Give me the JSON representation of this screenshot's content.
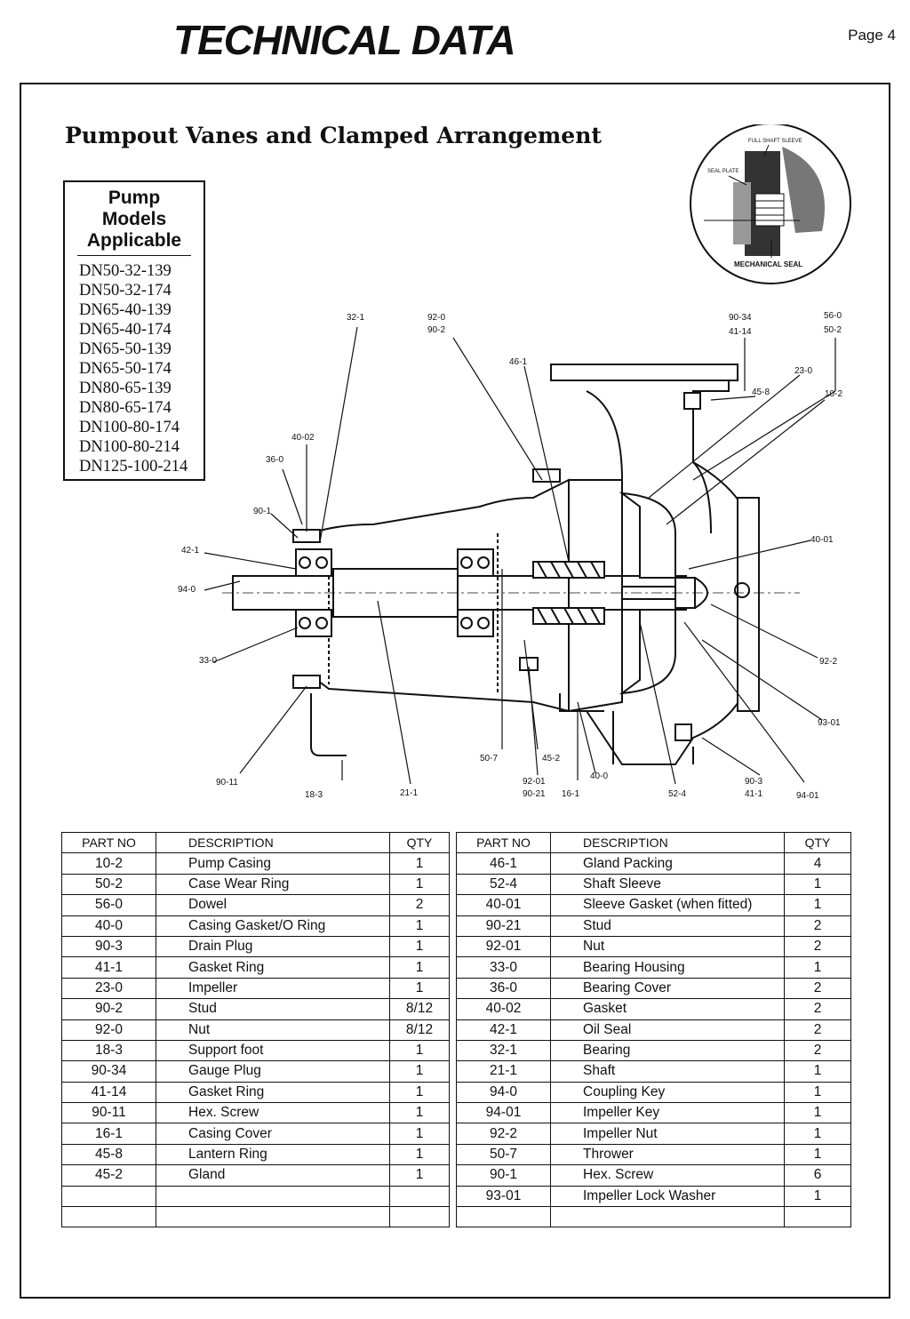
{
  "header": {
    "title": "TECHNICAL DATA",
    "page": "Page 4"
  },
  "section_title": "Pumpout Vanes and Clamped Arrangement",
  "models_box": {
    "heading": [
      "Pump",
      "Models",
      "Applicable"
    ],
    "models": [
      "DN50-32-139",
      "DN50-32-174",
      "DN65-40-139",
      "DN65-40-174",
      "DN65-50-139",
      "DN65-50-174",
      "DN80-65-139",
      "DN80-65-174",
      "DN100-80-174",
      "DN100-80-214",
      "DN125-100-214"
    ]
  },
  "inset": {
    "full_shaft_sleeve": "FULL SHAFT SLEEVE",
    "seal_plate": "SEAL PLATE",
    "mechanical_seal": "MECHANICAL SEAL"
  },
  "callouts": {
    "c32_1": "32-1",
    "c92_0": "92-0",
    "c90_2": "90-2",
    "c90_34": "90-34",
    "c41_14": "41-14",
    "c56_0": "56-0",
    "c50_2": "50-2",
    "c46_1": "46-1",
    "c23_0": "23-0",
    "c45_8": "45-8",
    "c10_2": "10-2",
    "c40_02": "40-02",
    "c36_0": "36-0",
    "c90_1": "90-1",
    "c42_1": "42-1",
    "c94_0": "94-0",
    "c33_0": "33-0",
    "c40_01": "40-01",
    "c92_2": "92-2",
    "c93_01": "93-01",
    "c50_7": "50-7",
    "c45_2": "45-2",
    "c40_0": "40-0",
    "c90_11": "90-11",
    "c18_3": "18-3",
    "c21_1": "21-1",
    "c92_01": "92-01",
    "c90_21": "90-21",
    "c16_1": "16-1",
    "c52_4": "52-4",
    "c90_3": "90-3",
    "c41_1": "41-1",
    "c94_01": "94-01"
  },
  "table": {
    "headers": [
      "PART NO",
      "DESCRIPTION",
      "QTY"
    ],
    "left": [
      [
        "10-2",
        "Pump Casing",
        "1"
      ],
      [
        "50-2",
        "Case Wear Ring",
        "1"
      ],
      [
        "56-0",
        "Dowel",
        "2"
      ],
      [
        "40-0",
        "Casing Gasket/O Ring",
        "1"
      ],
      [
        "90-3",
        "Drain Plug",
        "1"
      ],
      [
        "41-1",
        "Gasket Ring",
        "1"
      ],
      [
        "23-0",
        "Impeller",
        "1"
      ],
      [
        "90-2",
        "Stud",
        "8/12"
      ],
      [
        "92-0",
        "Nut",
        "8/12"
      ],
      [
        "18-3",
        "Support foot",
        "1"
      ],
      [
        "90-34",
        "Gauge Plug",
        "1"
      ],
      [
        "41-14",
        "Gasket Ring",
        "1"
      ],
      [
        "90-11",
        "Hex. Screw",
        "1"
      ],
      [
        "16-1",
        "Casing Cover",
        "1"
      ],
      [
        "45-8",
        "Lantern Ring",
        "1"
      ],
      [
        "45-2",
        "Gland",
        "1"
      ],
      [
        "",
        "",
        ""
      ],
      [
        "",
        "",
        ""
      ]
    ],
    "right": [
      [
        "46-1",
        "Gland Packing",
        "4"
      ],
      [
        "52-4",
        "Shaft Sleeve",
        "1"
      ],
      [
        "40-01",
        "Sleeve Gasket (when fitted)",
        "1"
      ],
      [
        "90-21",
        "Stud",
        "2"
      ],
      [
        "92-01",
        "Nut",
        "2"
      ],
      [
        "33-0",
        "Bearing Housing",
        "1"
      ],
      [
        "36-0",
        "Bearing Cover",
        "2"
      ],
      [
        "40-02",
        "Gasket",
        "2"
      ],
      [
        "42-1",
        "Oil Seal",
        "2"
      ],
      [
        "32-1",
        "Bearing",
        "2"
      ],
      [
        "21-1",
        "Shaft",
        "1"
      ],
      [
        "94-0",
        "Coupling Key",
        "1"
      ],
      [
        "94-01",
        "Impeller Key",
        "1"
      ],
      [
        "92-2",
        "Impeller Nut",
        "1"
      ],
      [
        "50-7",
        "Thrower",
        "1"
      ],
      [
        "90-1",
        "Hex. Screw",
        "6"
      ],
      [
        "93-01",
        "Impeller Lock Washer",
        "1"
      ],
      [
        "",
        "",
        ""
      ]
    ]
  }
}
